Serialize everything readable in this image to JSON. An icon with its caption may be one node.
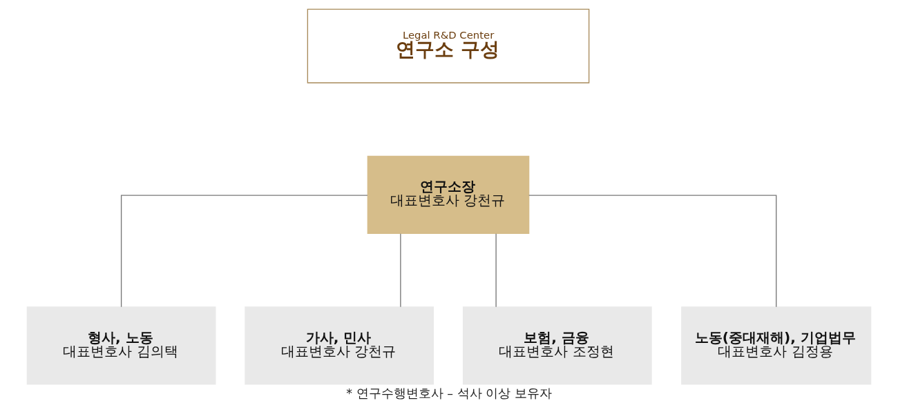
{
  "diagram": {
    "caption": "* 연구수행변호사 – 석사 이상 보유자",
    "nodes": [
      {
        "text": [
          "Legal R&D Center",
          "연구소 구성"
        ]
      },
      {
        "text": [
          "연구소장",
          "대표변호사 강천규"
        ]
      },
      {
        "text": [
          "형사, 노동",
          "대표변호사 김의택"
        ]
      },
      {
        "text": [
          "가사, 민사",
          "대표변호사 강천규"
        ]
      },
      {
        "text": [
          "보험, 금융",
          "대표변호사 조정현"
        ]
      },
      {
        "text": [
          "노동(중대재해), 기업법무",
          "대표변호사 김정용"
        ]
      }
    ],
    "edges": [
      {
        "from": 1,
        "to": 2,
        "arrow": "none"
      },
      {
        "from": 1,
        "to": 3,
        "arrow": "none"
      },
      {
        "from": 1,
        "to": 4,
        "arrow": "none"
      },
      {
        "from": 1,
        "to": 5,
        "arrow": "none"
      }
    ]
  }
}
